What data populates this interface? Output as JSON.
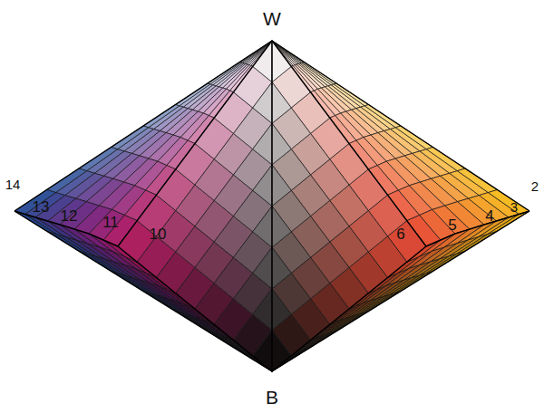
{
  "diagram": {
    "labels": [
      "W",
      "14",
      "13",
      "12",
      "11",
      "10",
      "6",
      "5",
      "4",
      "3",
      "2",
      "B"
    ]
  }
}
